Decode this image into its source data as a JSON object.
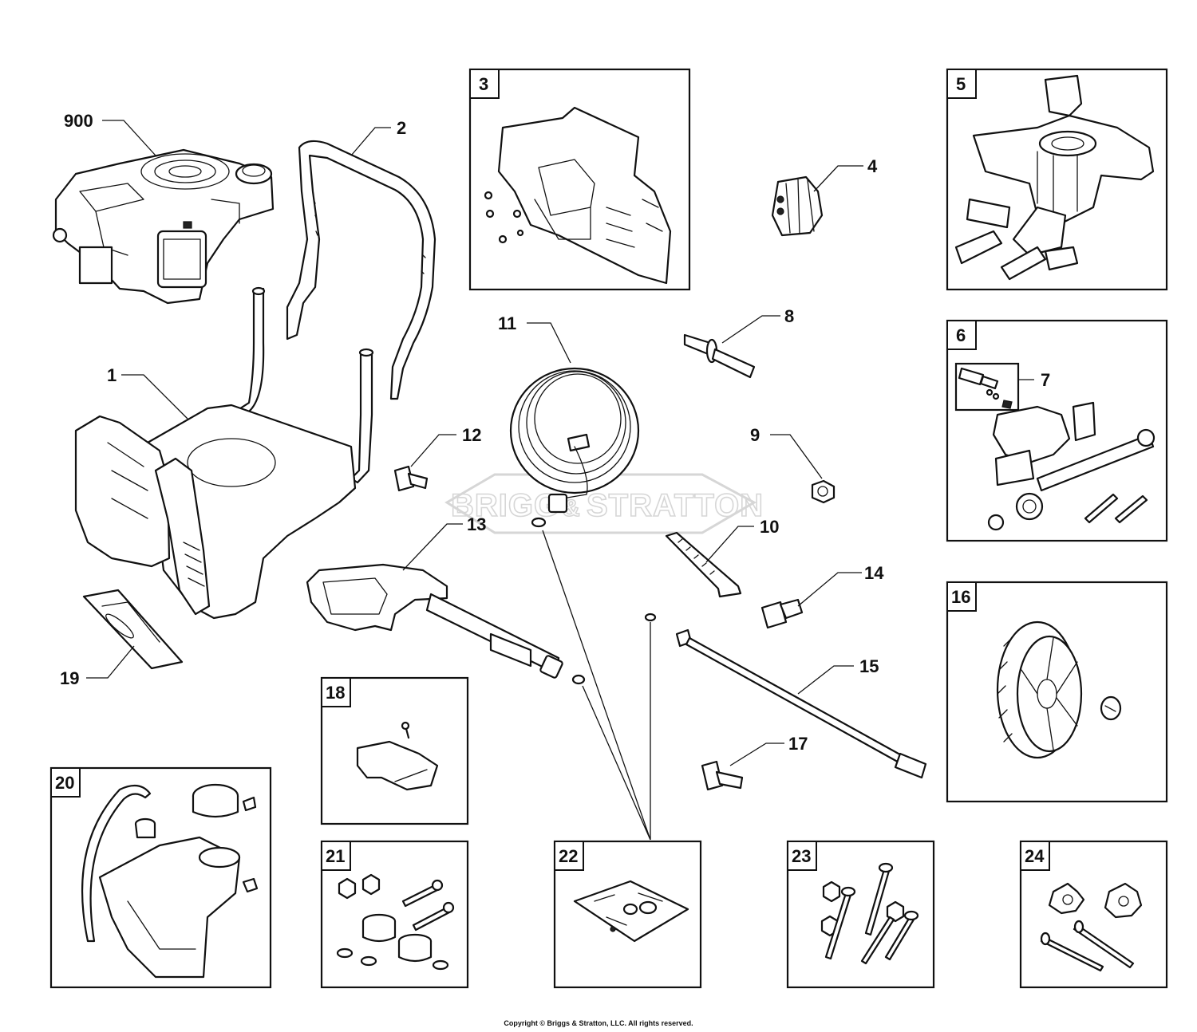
{
  "watermark": {
    "text_left": "BRIGG",
    "text_amp": "&",
    "text_right": "STRATTON"
  },
  "labels": {
    "p900": "900",
    "p1": "1",
    "p2": "2",
    "p4": "4",
    "p7": "7",
    "p8": "8",
    "p9": "9",
    "p10": "10",
    "p11": "11",
    "p12": "12",
    "p13": "13",
    "p14": "14",
    "p15": "15",
    "p17": "17",
    "p19": "19"
  },
  "boxes": {
    "b3": "3",
    "b5": "5",
    "b6": "6",
    "b16": "16",
    "b18": "18",
    "b20": "20",
    "b21": "21",
    "b22": "22",
    "b23": "23",
    "b24": "24"
  },
  "copyright": "Copyright © Briggs & Stratton, LLC. All rights reserved."
}
